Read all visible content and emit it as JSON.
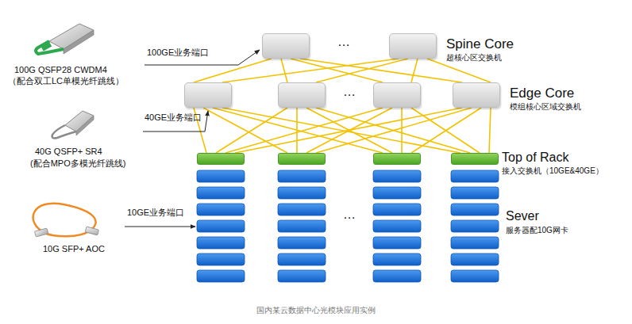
{
  "diagram": {
    "caption": "国内某云数据中心光模块应用实例",
    "nodes": [
      {
        "text": []
      },
      {
        "text": []
      },
      {
        "text": []
      },
      {
        "text": []
      },
      {
        "text": []
      },
      {
        "text": []
      },
      {
        "text": []
      },
      {
        "text": []
      },
      {
        "text": []
      },
      {
        "text": []
      }
    ],
    "edges": [
      {
        "from": 0,
        "to": 2,
        "arrow": "none"
      },
      {
        "from": 0,
        "to": 3,
        "arrow": "none"
      },
      {
        "from": 0,
        "to": 4,
        "arrow": "none"
      },
      {
        "from": 0,
        "to": 5,
        "arrow": "none"
      },
      {
        "from": 1,
        "to": 2,
        "arrow": "none"
      },
      {
        "from": 1,
        "to": 3,
        "arrow": "none"
      },
      {
        "from": 1,
        "to": 4,
        "arrow": "none"
      },
      {
        "from": 1,
        "to": 5,
        "arrow": "none"
      },
      {
        "from": 2,
        "to": 6,
        "arrow": "none"
      },
      {
        "from": 2,
        "to": 7,
        "arrow": "none"
      },
      {
        "from": 2,
        "to": 8,
        "arrow": "none"
      },
      {
        "from": 2,
        "to": 9,
        "arrow": "none"
      },
      {
        "from": 3,
        "to": 6,
        "arrow": "none"
      },
      {
        "from": 3,
        "to": 7,
        "arrow": "none"
      },
      {
        "from": 3,
        "to": 8,
        "arrow": "none"
      },
      {
        "from": 3,
        "to": 9,
        "arrow": "none"
      },
      {
        "from": 4,
        "to": 6,
        "arrow": "none"
      },
      {
        "from": 4,
        "to": 7,
        "arrow": "none"
      },
      {
        "from": 4,
        "to": 8,
        "arrow": "none"
      },
      {
        "from": 4,
        "to": 9,
        "arrow": "none"
      },
      {
        "from": 5,
        "to": 6,
        "arrow": "none"
      },
      {
        "from": 5,
        "to": 7,
        "arrow": "none"
      },
      {
        "from": 5,
        "to": 8,
        "arrow": "none"
      },
      {
        "from": 5,
        "to": 9,
        "arrow": "none"
      }
    ],
    "labels": [
      "100G QSFP28 CWDM4",
      "（配合双工LC单模光纤跳线）",
      "100GE业务端口",
      "…",
      "Spine Core",
      "超核心区交换机",
      "…",
      "Edge Core",
      "模组核心区域交换机",
      "40GE业务端口",
      "40G QSFP+ SR4",
      "(配合MPO多模光纤跳线)",
      "Top of Rack",
      "接入交换机（10GE&40GE）",
      "…",
      "10GE业务端口",
      "Sever",
      "服务器配10G网卡",
      "10G SFP+ AOC"
    ]
  }
}
